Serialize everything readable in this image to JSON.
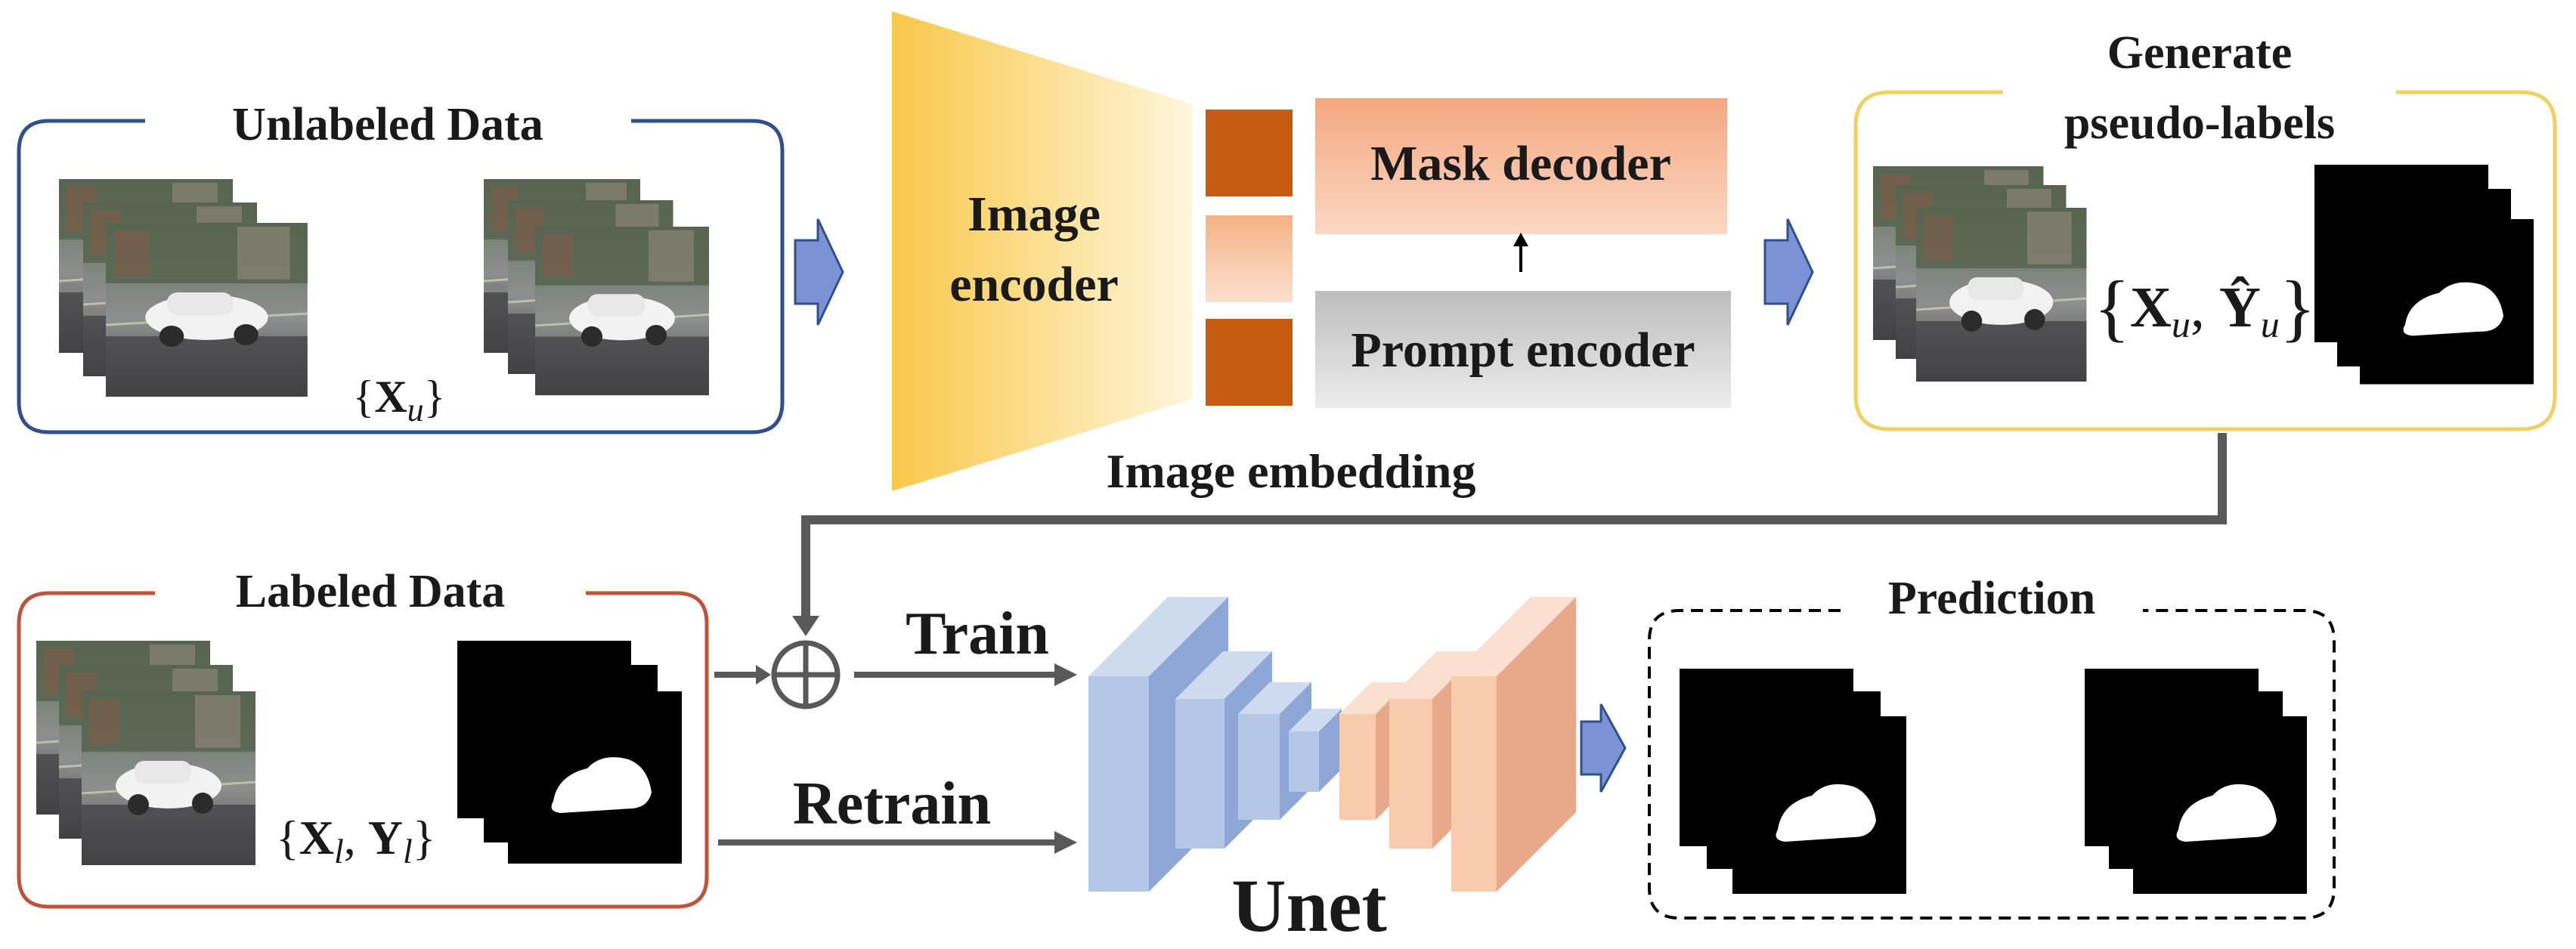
{
  "unlabeled": {
    "title": "Unlabeled Data",
    "set_symbol": "X",
    "set_sub": "u"
  },
  "sam": {
    "image_encoder_line1": "Image",
    "image_encoder_line2": "encoder",
    "mask_decoder": "Mask decoder",
    "prompt_encoder": "Prompt encoder",
    "image_embedding": "Image embedding"
  },
  "pseudo": {
    "title_line1": "Generate",
    "title_line2": "pseudo-labels",
    "pair_x": "X",
    "pair_x_sub": "u",
    "pair_y": "Ŷ",
    "pair_y_sub": "u"
  },
  "labeled": {
    "title": "Labeled Data",
    "pair_x": "X",
    "pair_x_sub": "l",
    "pair_y": "Y",
    "pair_y_sub": "l"
  },
  "flow": {
    "train": "Train",
    "retrain": "Retrain",
    "model": "Unet",
    "plus_symbol": "⊕"
  },
  "prediction": {
    "title": "Prediction"
  },
  "colors": {
    "unlabeled_border": "#2f4f8f",
    "labeled_border": "#c0523a",
    "pseudo_border": "#f0d060",
    "arrow_blue": "#7b93d4",
    "embed_dark": "#c55a11",
    "embed_light": "#f4b183",
    "mask_decoder_bg": "#f4b183",
    "prompt_encoder_bg": "#c9c9c9",
    "unet_encoder": "#b4c7e7",
    "unet_decoder": "#f8cbad",
    "gray_arrow": "#595959"
  }
}
